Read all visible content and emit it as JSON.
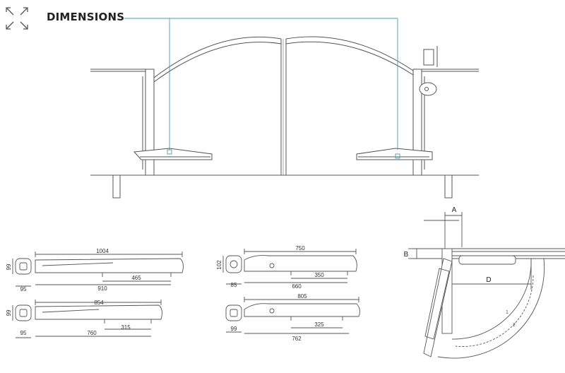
{
  "header": {
    "title": "DIMENSIONS",
    "expand_icon": "expand-arrows-icon"
  },
  "motors": [
    {
      "length": "1004",
      "height": "99",
      "width": "95",
      "stroke_total": "910",
      "stroke": "465"
    },
    {
      "length": "854",
      "height": "99",
      "width": "95",
      "stroke_total": "760",
      "stroke": "315"
    },
    {
      "length": "750",
      "height": "102",
      "width": "85",
      "stroke_total": "660",
      "stroke": "350"
    },
    {
      "length": "805",
      "height": "99",
      "width": "99",
      "stroke_total": "762",
      "stroke": "325"
    }
  ],
  "installation": {
    "label_a": "A",
    "label_b": "B",
    "label_d": "D",
    "arc_1": "1",
    "arc_2": "2"
  },
  "colors": {
    "line": "#555555",
    "accent": "#4a9bb0",
    "text": "#222222"
  }
}
